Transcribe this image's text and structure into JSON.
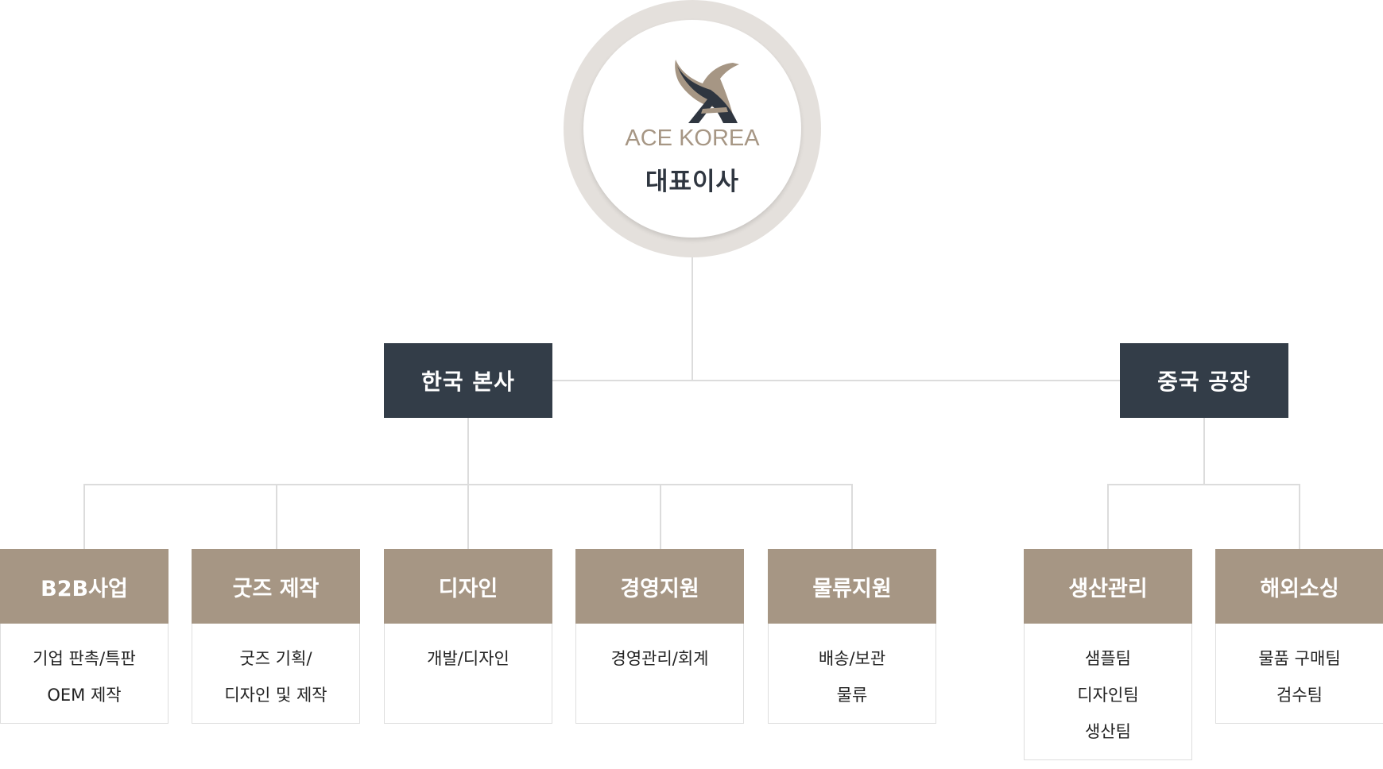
{
  "ceo": {
    "logo_text": "ACE KOREA",
    "title": "대표이사"
  },
  "branches": [
    {
      "label": "한국 본사"
    },
    {
      "label": "중국 공장"
    }
  ],
  "departments": [
    {
      "name": "B2B사업",
      "items": [
        "기업 판촉/특판",
        "OEM 제작"
      ]
    },
    {
      "name": "굿즈 제작",
      "items": [
        "굿즈 기획/",
        "디자인 및 제작"
      ]
    },
    {
      "name": "디자인",
      "items": [
        "개발/디자인"
      ]
    },
    {
      "name": "경영지원",
      "items": [
        "경영관리/회계"
      ]
    },
    {
      "name": "물류지원",
      "items": [
        "배송/보관",
        "물류"
      ]
    },
    {
      "name": "생산관리",
      "items": [
        "샘플팀",
        "디자인팀",
        "생산팀"
      ]
    },
    {
      "name": "해외소싱",
      "items": [
        "물품 구매팀",
        "검수팀"
      ]
    }
  ],
  "colors": {
    "branch_bg": "#333d48",
    "dept_head_bg": "#a69684",
    "logo_gold": "#a69684",
    "logo_navy": "#2f3640",
    "ceo_ring": "#e4e0dc",
    "connector": "#dcdcdc"
  }
}
